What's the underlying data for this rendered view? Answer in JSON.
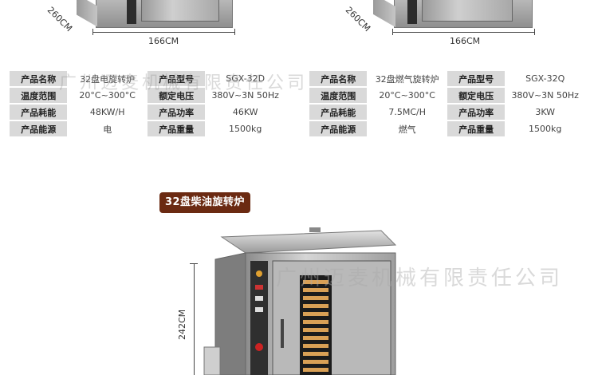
{
  "top_dims": {
    "left_depth": "260CM",
    "left_width": "166CM",
    "right_depth": "260CM",
    "right_width": "166CM"
  },
  "table_left": {
    "rows": [
      {
        "l1": "产品名称",
        "v1": "32盘电旋转炉",
        "l2": "产品型号",
        "v2": "SGX-32D"
      },
      {
        "l1": "温度范围",
        "v1": "20°C~300°C",
        "l2": "额定电压",
        "v2": "380V~3N  50Hz"
      },
      {
        "l1": "产品耗能",
        "v1": "48KW/H",
        "l2": "产品功率",
        "v2": "46KW"
      },
      {
        "l1": "产品能源",
        "v1": "电",
        "l2": "产品重量",
        "v2": "1500kg"
      }
    ]
  },
  "table_right": {
    "rows": [
      {
        "l1": "产品名称",
        "v1": "32盘燃气旋转炉",
        "l2": "产品型号",
        "v2": "SGX-32Q"
      },
      {
        "l1": "温度范围",
        "v1": "20°C~300°C",
        "l2": "额定电压",
        "v2": "380V~3N  50Hz"
      },
      {
        "l1": "产品耗能",
        "v1": "7.5MC/H",
        "l2": "产品功率",
        "v2": "3KW"
      },
      {
        "l1": "产品能源",
        "v1": "燃气",
        "l2": "产品重量",
        "v2": "1500kg"
      }
    ]
  },
  "diesel_title": "32盘柴油旋转炉",
  "height_dim": "242CM",
  "watermark_text": "广州迈麦机械有限责任公司",
  "watermark_text_top": "广州迈麦机械有限责任公司"
}
